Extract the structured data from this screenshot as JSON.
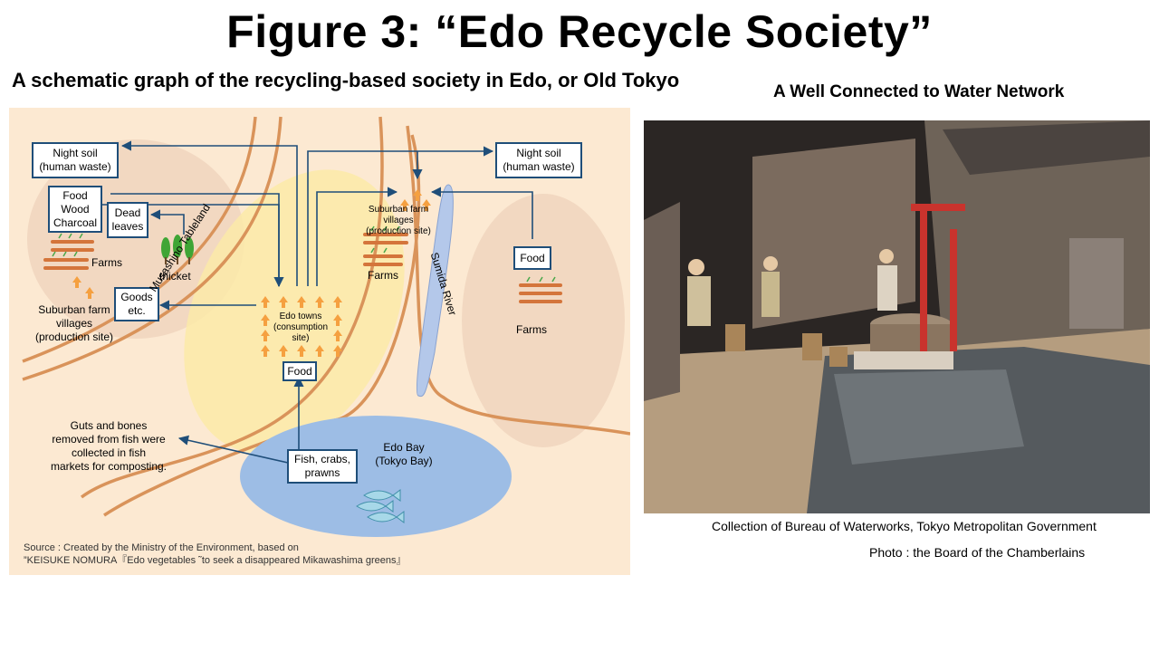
{
  "title": "Figure 3:  “Edo Recycle Society”",
  "subtitle": "A schematic graph of the recycling-based society in Edo, or Old Tokyo",
  "photo_title": "A Well Connected to Water Network",
  "diagram": {
    "night_soil_left": [
      "Night soil",
      "(human waste)"
    ],
    "night_soil_right": [
      "Night soil",
      "(human waste)"
    ],
    "food_wood_charcoal": [
      "Food",
      "Wood",
      "Charcoal"
    ],
    "dead_leaves": [
      "Dead",
      "leaves"
    ],
    "thicket": "thicket",
    "farms_left": "Farms",
    "goods": [
      "Goods",
      "etc."
    ],
    "suburban_left": [
      "Suburban farm",
      "villages",
      "(production site)"
    ],
    "musashino": "Musashino Tableland",
    "edo_towns": [
      "Edo towns",
      "(consumption",
      "site)"
    ],
    "food_center": "Food",
    "suburban_center": [
      "Suburban farm",
      "villages",
      "(production site)"
    ],
    "farms_center": "Farms",
    "sumida": "Sumida River",
    "food_right": "Food",
    "farms_right": "Farms",
    "guts": [
      "Guts and bones",
      "removed from fish were",
      "collected in fish",
      "markets for composting."
    ],
    "fish": [
      "Fish, crabs,",
      "prawns"
    ],
    "edo_bay": [
      "Edo Bay",
      "(Tokyo Bay)"
    ],
    "source": [
      "Source : Created by the Ministry of the Environment, based on",
      "”KEISUKE NOMURA『Edo vegetables ˜to seek a disappeared Mikawashima greens』"
    ]
  },
  "credit_line1": "Collection of  Bureau of Waterworks, Tokyo Metropolitan Government",
  "credit_line2": "Photo : the Board of the Chamberlains",
  "colors": {
    "arrow": "#1f4e79",
    "road": "#d9935a",
    "bay": "#9dbde5",
    "river": "#b4c8ea",
    "orange": "#f5a040",
    "panel": "#fce9d2"
  }
}
